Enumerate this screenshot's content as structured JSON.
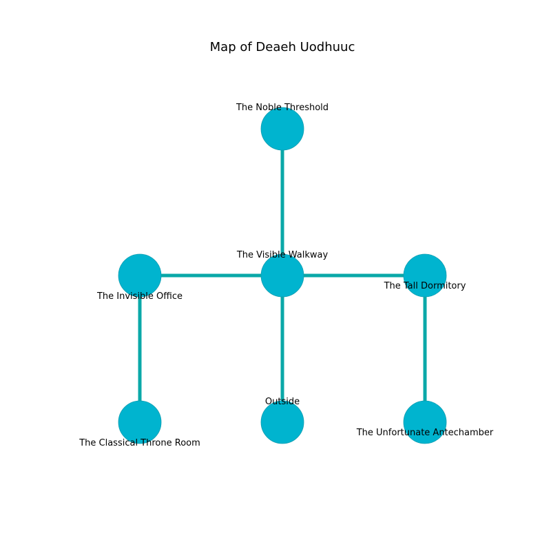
{
  "title": "Map of Deaeh Uodhuuc",
  "colors": {
    "node_fill": "#00b4cf",
    "node_stroke": "#0f9db0",
    "edge": "#0aa8a8",
    "background": "#ffffff"
  },
  "nodes": [
    {
      "id": "noble_threshold",
      "label": "The Noble Threshold"
    },
    {
      "id": "visible_walkway",
      "label": "The Visible Walkway"
    },
    {
      "id": "invisible_office",
      "label": "The Invisible Office"
    },
    {
      "id": "tall_dormitory",
      "label": "The Tall Dormitory"
    },
    {
      "id": "classical_throne_room",
      "label": "The Classical Throne Room"
    },
    {
      "id": "outside",
      "label": "Outside"
    },
    {
      "id": "unfortunate_antechamber",
      "label": "The Unfortunate Antechamber"
    }
  ],
  "edges": [
    {
      "from": "noble_threshold",
      "to": "visible_walkway"
    },
    {
      "from": "visible_walkway",
      "to": "invisible_office"
    },
    {
      "from": "visible_walkway",
      "to": "tall_dormitory"
    },
    {
      "from": "visible_walkway",
      "to": "outside"
    },
    {
      "from": "invisible_office",
      "to": "classical_throne_room"
    },
    {
      "from": "tall_dormitory",
      "to": "unfortunate_antechamber"
    }
  ]
}
